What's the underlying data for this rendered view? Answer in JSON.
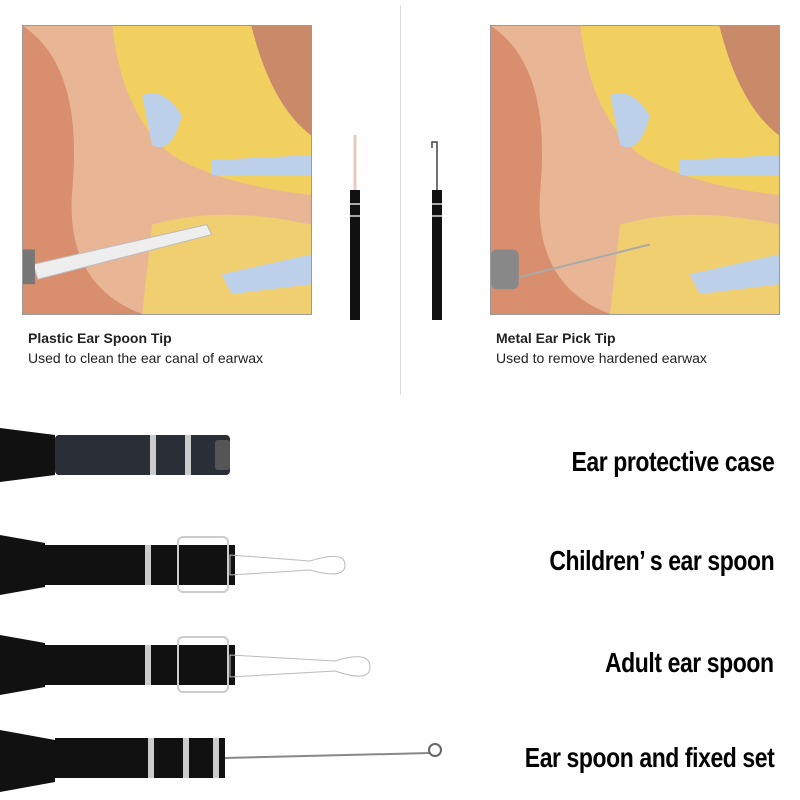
{
  "top_left": {
    "title": "Plastic Ear Spoon Tip",
    "subtitle": "Used to clean the ear canal of earwax"
  },
  "top_right": {
    "title": "Metal Ear Pick Tip",
    "subtitle": "Used to remove hardened earwax"
  },
  "attachments": [
    {
      "label": "Ear protective case"
    },
    {
      "label": "Children’ s ear spoon"
    },
    {
      "label": "Adult ear spoon"
    },
    {
      "label": "Ear spoon and fixed set"
    }
  ]
}
